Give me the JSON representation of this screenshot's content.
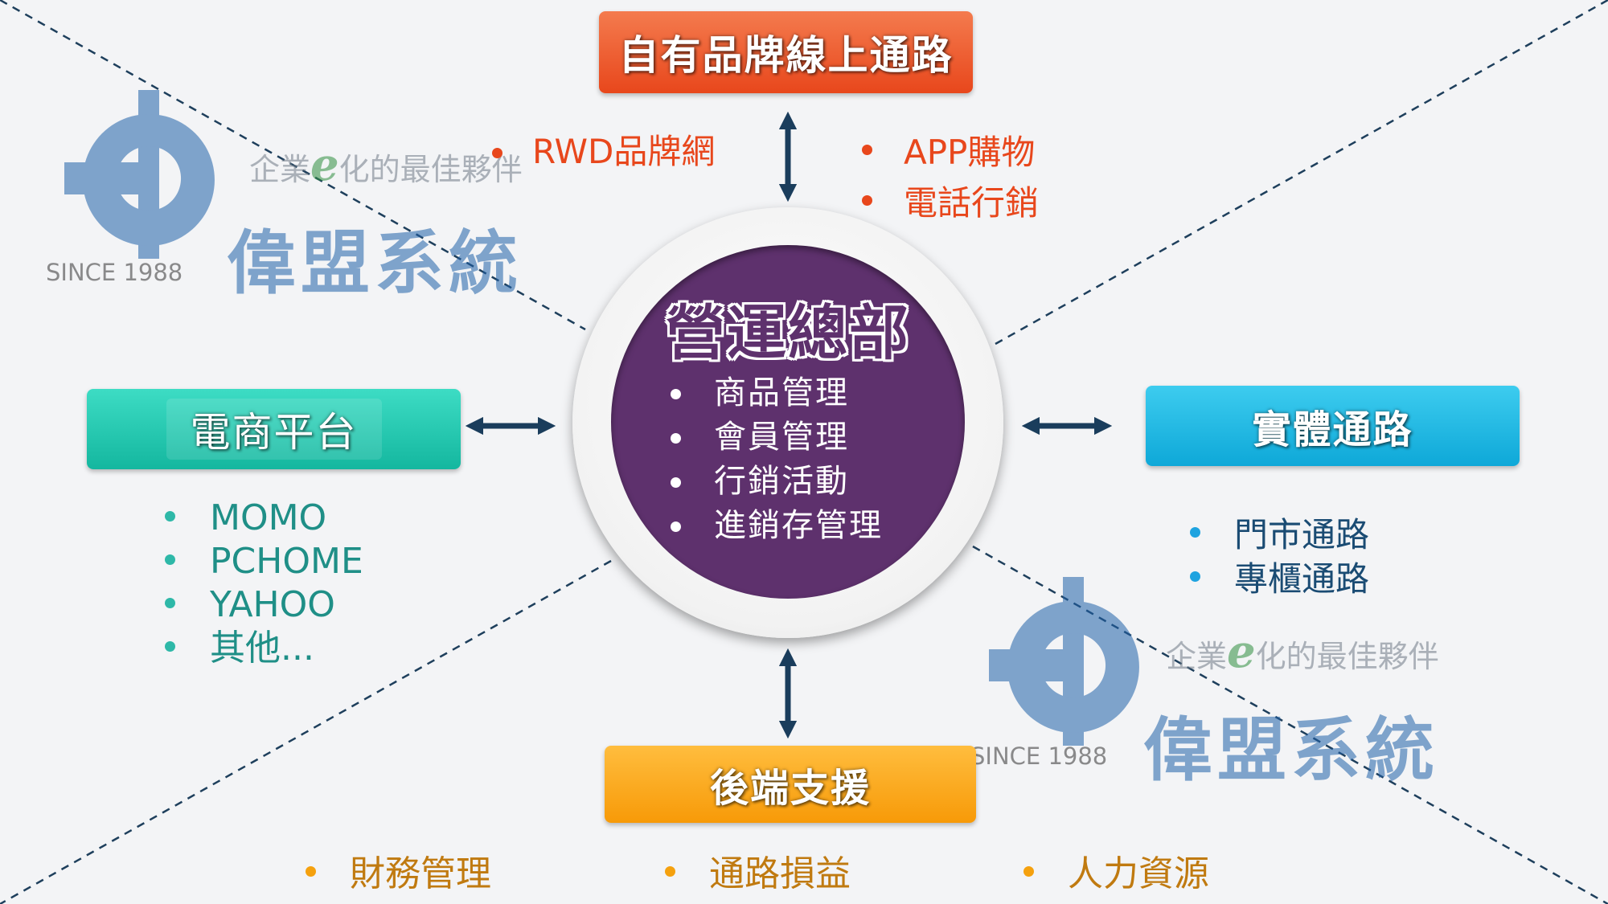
{
  "center": {
    "title": "營運總部",
    "items": [
      "商品管理",
      "會員管理",
      "行銷活動",
      "進銷存管理"
    ]
  },
  "top": {
    "label": "自有品牌線上通路",
    "left_items": [
      "RWD品牌網"
    ],
    "right_items": [
      "APP購物",
      "電話行銷"
    ]
  },
  "left": {
    "label": "電商平台",
    "items": [
      "MOMO",
      "PCHOME",
      "YAHOO",
      "其他..."
    ]
  },
  "right": {
    "label": "實體通路",
    "items": [
      "門市通路",
      "專櫃通路"
    ]
  },
  "bottom": {
    "label": "後端支援",
    "items": [
      "財務管理",
      "通路損益",
      "人力資源"
    ]
  },
  "watermark": {
    "tagline_prefix": "企業",
    "tagline_e": "e",
    "tagline_suffix": "化的最佳夥伴",
    "company": "偉盟系統",
    "since": "SINCE 1988"
  },
  "colors": {
    "top": "#e8471c",
    "left": "#14b79f",
    "right": "#0ea8d8",
    "bottom": "#f79a08",
    "center": "#5e316d",
    "arrow": "#1a3d5c",
    "logo": "#2061a8"
  }
}
